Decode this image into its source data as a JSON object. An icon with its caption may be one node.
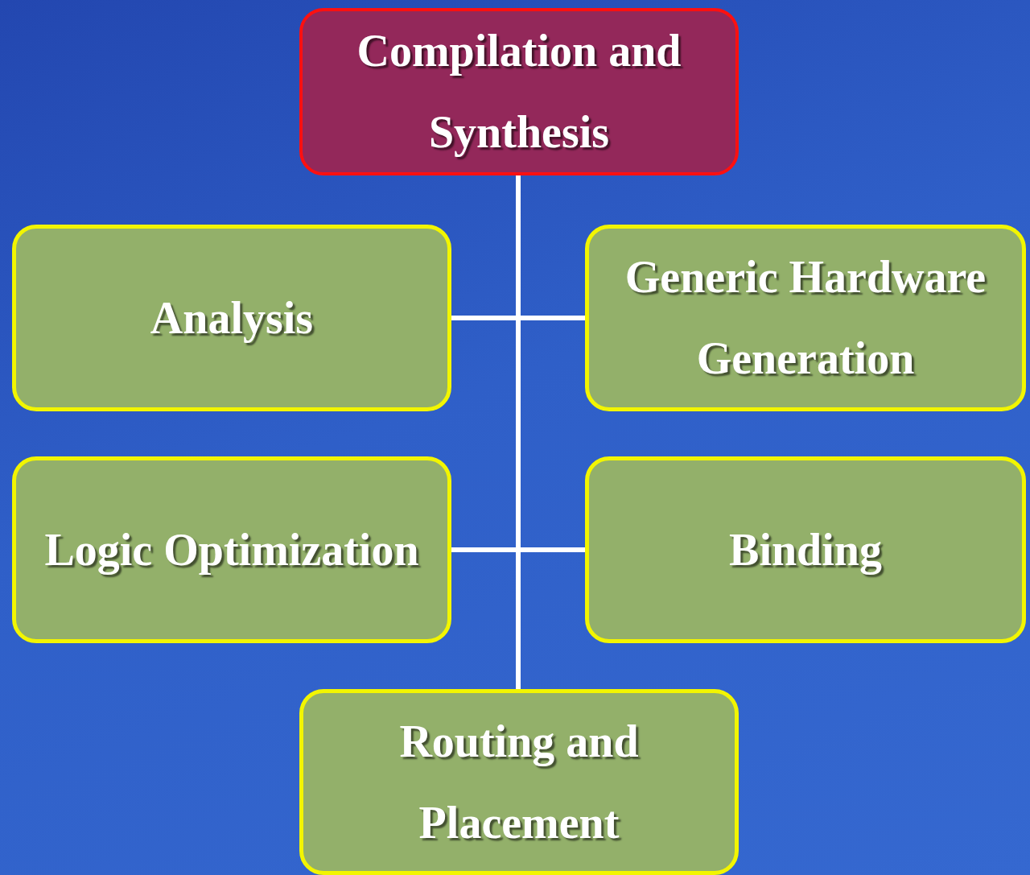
{
  "diagram": {
    "nodes": [
      {
        "text": [
          "Compilation and Synthesis"
        ]
      },
      {
        "text": [
          "Analysis"
        ]
      },
      {
        "text": [
          "Generic Hardware Generation"
        ]
      },
      {
        "text": [
          "Logic Optimization"
        ]
      },
      {
        "text": [
          "Binding"
        ]
      },
      {
        "text": [
          "Routing and Placement"
        ]
      }
    ],
    "edges": [
      {
        "from": 0,
        "to": 1,
        "arrow": "none"
      },
      {
        "from": 0,
        "to": 2,
        "arrow": "none"
      },
      {
        "from": 0,
        "to": 3,
        "arrow": "none"
      },
      {
        "from": 0,
        "to": 4,
        "arrow": "none"
      },
      {
        "from": 0,
        "to": 5,
        "arrow": "none"
      }
    ]
  }
}
